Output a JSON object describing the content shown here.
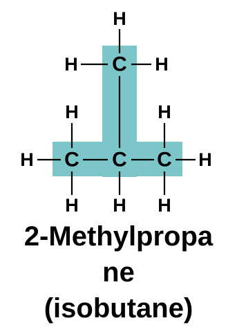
{
  "colors": {
    "highlight": "#7cc6ca",
    "ink": "#000000",
    "background": "#ffffff"
  },
  "atoms": {
    "carbon": "C",
    "hydrogen": "H"
  },
  "caption": {
    "line1": "2-Methylpropa",
    "line2": "ne",
    "line3": "(isobutane)"
  }
}
